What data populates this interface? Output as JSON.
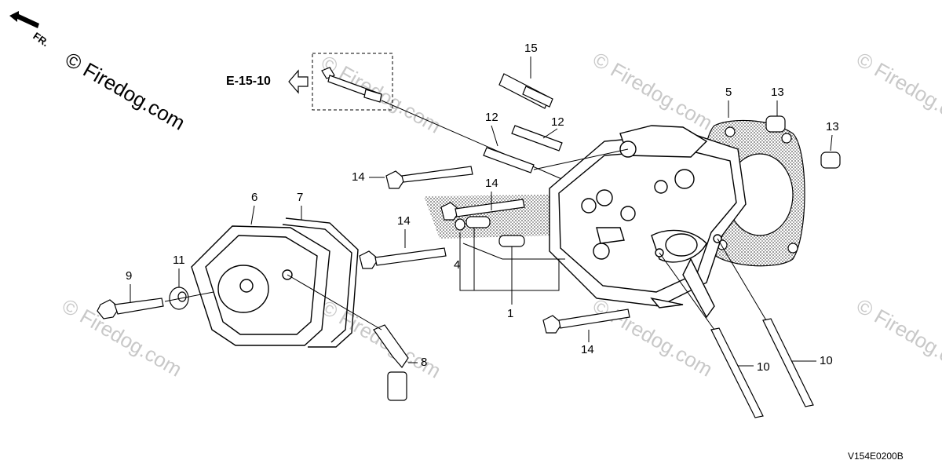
{
  "watermark": "© Firedog.com",
  "front_label": "FR.",
  "ref_label": "E-15-10",
  "diagram_code": "V154E0200B",
  "callouts": {
    "c1": "1",
    "c4": "4",
    "c5": "5",
    "c6": "6",
    "c7": "7",
    "c8": "8",
    "c9": "9",
    "c10a": "10",
    "c10b": "10",
    "c11": "11",
    "c12a": "12",
    "c12b": "12",
    "c13a": "13",
    "c13b": "13",
    "c14a": "14",
    "c14b": "14",
    "c14c": "14",
    "c14d": "14",
    "c15": "15"
  }
}
